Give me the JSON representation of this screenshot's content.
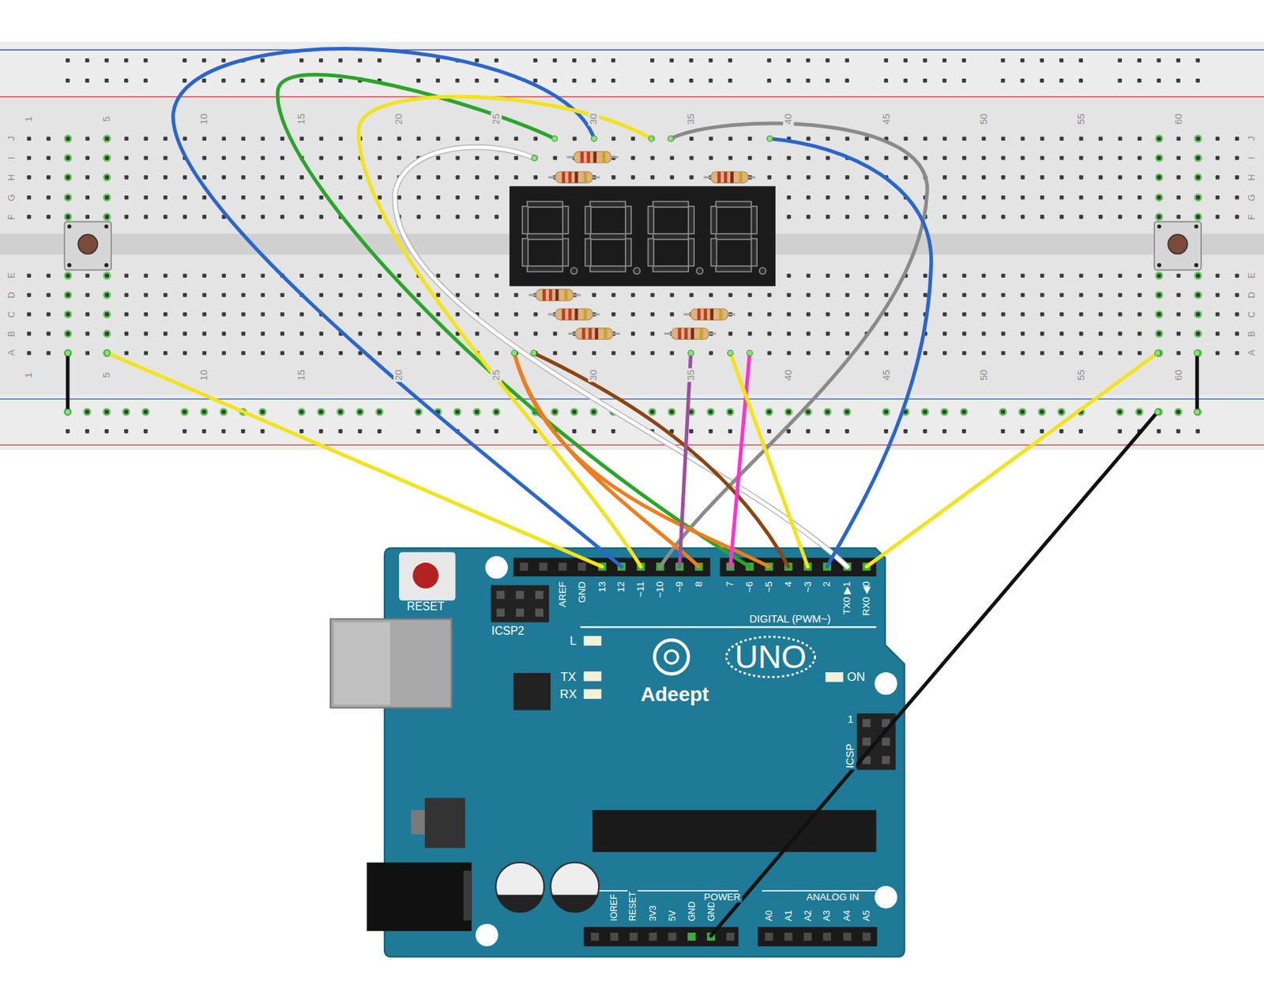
{
  "diagram": {
    "labels": [
      "1",
      "5",
      "10",
      "15",
      "20",
      "25",
      "30",
      "35",
      "40",
      "45",
      "50",
      "55",
      "60",
      "1",
      "5",
      "10",
      "15",
      "20",
      "25",
      "30",
      "35",
      "40",
      "45",
      "50",
      "55",
      "60",
      "J",
      "I",
      "H",
      "G",
      "F",
      "J",
      "I",
      "H",
      "G",
      "F",
      "E",
      "D",
      "C",
      "B",
      "A",
      "E",
      "D",
      "C",
      "B",
      "A",
      "RESET",
      "ICSP2",
      "AREF",
      "GND",
      "13",
      "12",
      "~11",
      "~10",
      "~9",
      "8",
      "7",
      "~6",
      "~5",
      "4",
      "~3",
      "2",
      "TX0 ▶1",
      "RX0 ◀0",
      "DIGITAL (PWM~)",
      "L",
      "TX",
      "RX",
      "UNO",
      "Adeept",
      "ON",
      "1",
      "ICSP",
      "IOREF",
      "RESET",
      "3V3",
      "5V",
      "GND",
      "GND",
      "POWER",
      "ANALOG IN",
      "A0",
      "A1",
      "A2",
      "A3",
      "A4",
      "A5"
    ]
  }
}
